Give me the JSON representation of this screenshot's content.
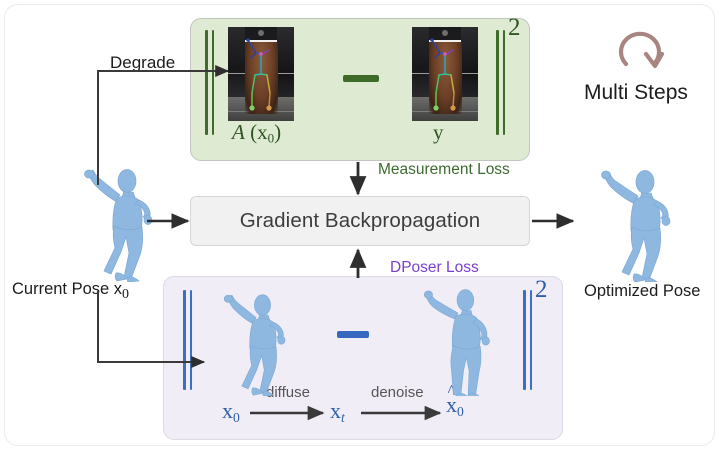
{
  "diagram": {
    "title": "DPoser optimization loop",
    "colors": {
      "green_fill": "#dfead2",
      "green_ink": "#2f5522",
      "purple_fill": "#f0edf6",
      "purple_ink": "#7b3fd0",
      "blue_ink": "#2f5fa8",
      "gray_box": "#f1f1f1",
      "mesh_blue": "#8fb8e0",
      "multi_steps_icon": "#a98581"
    }
  },
  "measurement_block": {
    "left_label": "A (x0)",
    "left_label_fn": "A",
    "left_label_arg": "x",
    "left_label_sub": "0",
    "right_label": "y",
    "exponent": "2",
    "operator": "minus",
    "loss_caption": "Measurement Loss"
  },
  "dposer_block": {
    "exponent": "2",
    "operator": "minus",
    "loss_caption": "DPoser  Loss",
    "flow": {
      "start": "x",
      "start_sub": "0",
      "step1_label": "diffuse",
      "middle": "x",
      "middle_sub": "t",
      "step2_label": "denoise",
      "end": "x",
      "end_sub": "0",
      "end_hat": true
    }
  },
  "center": {
    "box_label": "Gradient Backpropagation"
  },
  "inputs": {
    "degrade_label": "Degrade",
    "current_pose_label": "Current Pose x0",
    "current_pose_text": "Current Pose x",
    "current_pose_sub": "0"
  },
  "outputs": {
    "optimized_pose_label": "Optimized Pose",
    "multi_steps_label": "Multi Steps",
    "multi_steps_icon": "circular-refresh-icon"
  }
}
